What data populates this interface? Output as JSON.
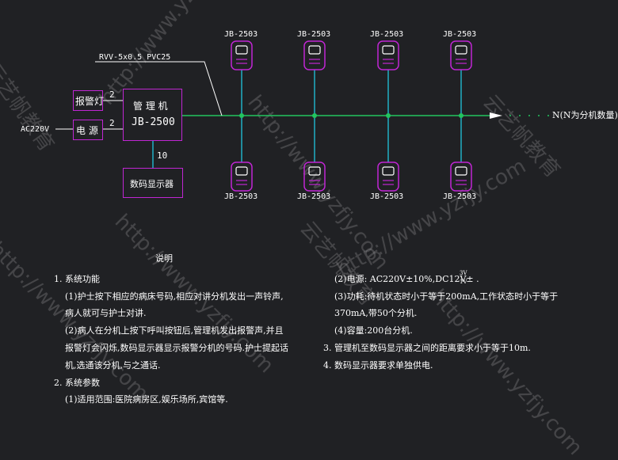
{
  "diagram": {
    "cable_label": "RVV-5x0.5 PVC25",
    "extension_label": "N(N为分机数量)",
    "ac_label": "AC220V",
    "main_unit": {
      "line1": "管 理 机",
      "line2": "JB-2500"
    },
    "alarm_lamp": "报警灯",
    "power": "电 源",
    "display": "数码显示器",
    "wire_count_alarm": "2",
    "wire_count_power": "2",
    "wire_count_display": "10",
    "handsets_top": [
      "JB-2503",
      "JB-2503",
      "JB-2503",
      "JB-2503"
    ],
    "handsets_bottom": [
      "JB-2503",
      "JB-2503",
      "JB-2503",
      "JB-2503"
    ],
    "colors": {
      "bus": "#22c55e",
      "branch": "#22d3ee",
      "box": "#c026d3",
      "leader": "#ffffff"
    }
  },
  "notes": {
    "heading": "说明",
    "left": [
      "1. 系统功能",
      "(1)护士按下相应的病床号码,相应对讲分机发出一声铃声,",
      "病人就可与护士对讲.",
      "(2)病人在分机上按下呼叫按钮后,管理机发出报警声,并且",
      "报警灯会闪烁,数码显示器显示报警分机的号码.护士提起话",
      "机,选通该分机,与之通话.",
      "2. 系统参数",
      "(1)适用范围:医院病房区,娱乐场所,宾馆等."
    ],
    "right": [
      "(2)电源: AC220V±10%,DC12V±  .",
      "(3)功耗:待机状态时小于等于200mA,工作状态时小于等于",
      "370mA,带50个分机.",
      "(4)容量:200台分机.",
      "3. 管理机至数码显示器之间的距离要求小于等于10m.",
      "4. 数码显示器要求单独供电."
    ],
    "tolerance_top": "3V",
    "tolerance_bottom": "1V"
  },
  "watermark": {
    "url": "http://www.yzfjy.com",
    "brand": "云艺帆教育"
  }
}
